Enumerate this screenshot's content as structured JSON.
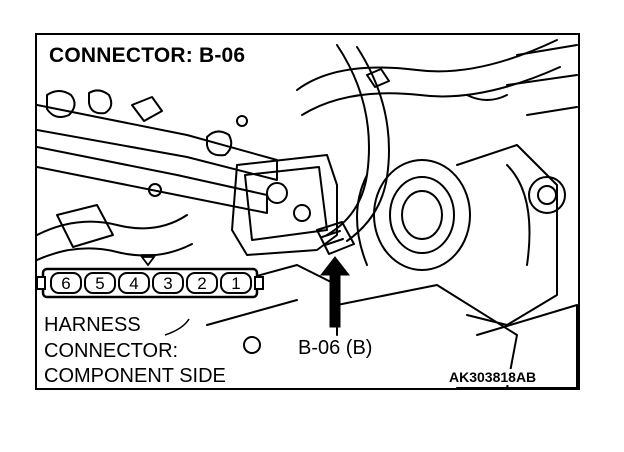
{
  "diagram": {
    "title": "CONNECTOR: B-06",
    "harness_lines": [
      "HARNESS",
      "CONNECTOR:",
      "COMPONENT SIDE"
    ],
    "component_label": "B-06 (B)",
    "code": "AK303818AB",
    "pins": [
      "6",
      "5",
      "4",
      "3",
      "2",
      "1"
    ]
  }
}
